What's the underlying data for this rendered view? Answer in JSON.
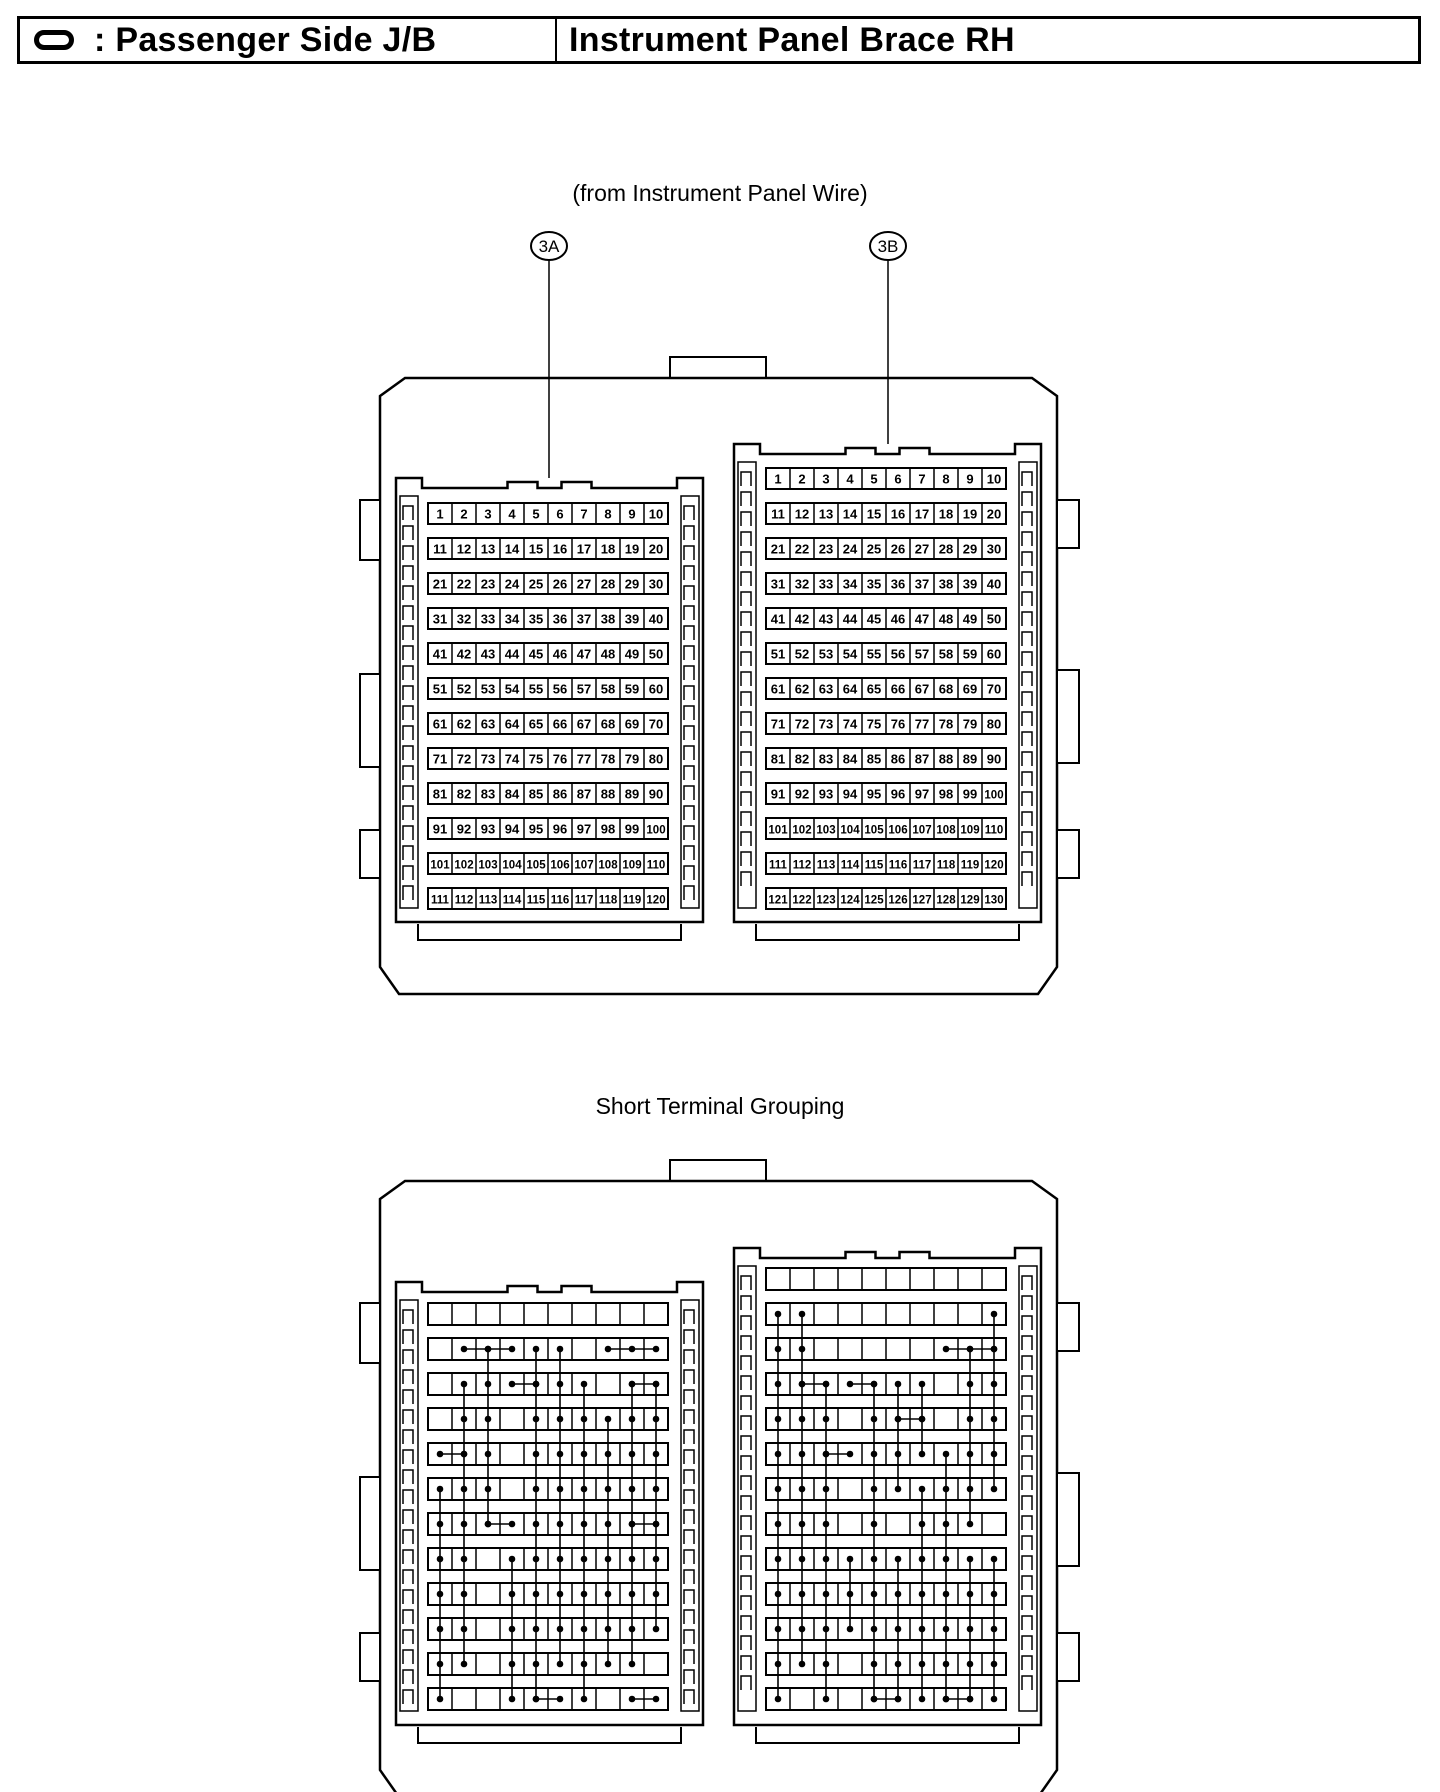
{
  "header": {
    "symbol": "oval-icon",
    "left_label": ": Passenger Side J/B",
    "right_label": "Instrument Panel Brace RH"
  },
  "upper": {
    "caption": "(from Instrument Panel Wire)",
    "connectors": [
      {
        "id": "3A",
        "callout": "3A",
        "terminal_start": 1,
        "terminal_end": 120,
        "columns": 10
      },
      {
        "id": "3B",
        "callout": "3B",
        "terminal_start": 1,
        "terminal_end": 130,
        "columns": 10
      }
    ]
  },
  "lower": {
    "caption": "Short Terminal Grouping"
  },
  "colors": {
    "line": "#000000",
    "background": "#ffffff"
  }
}
